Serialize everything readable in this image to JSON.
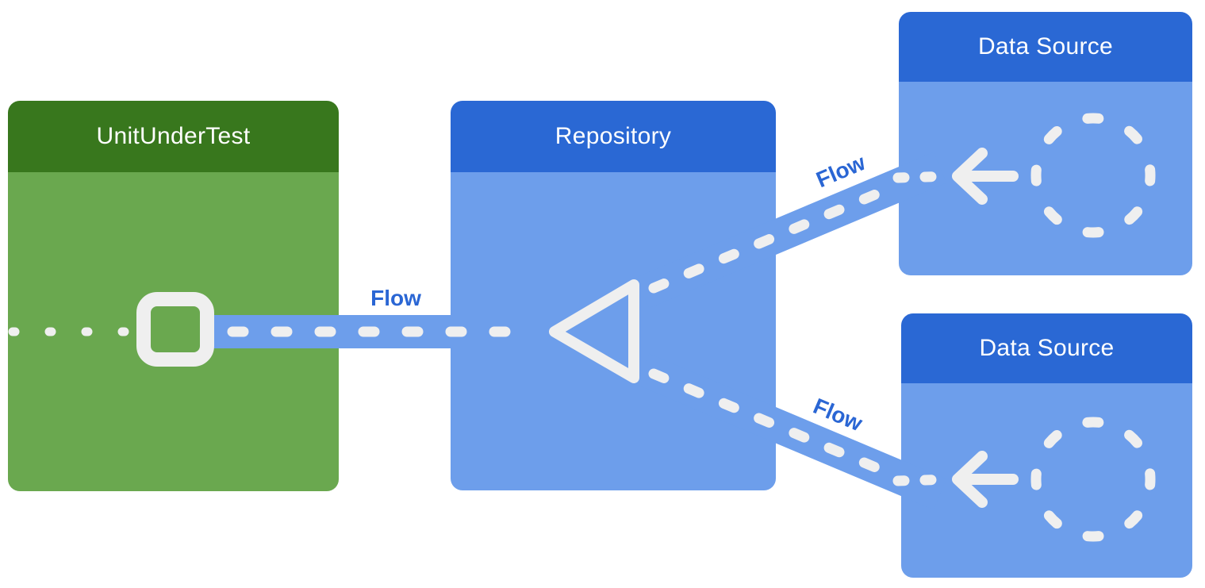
{
  "diagram": {
    "title": "Flow testing architecture diagram",
    "boxes": [
      {
        "id": "unit-under-test",
        "label": "UnitUnderTest",
        "header_color": "#38771d",
        "body_color": "#6aa84f"
      },
      {
        "id": "repository",
        "label": "Repository",
        "header_color": "#2a68d4",
        "body_color": "#6d9eeb"
      },
      {
        "id": "data-source-top",
        "label": "Data Source",
        "header_color": "#2a68d4",
        "body_color": "#6d9eeb"
      },
      {
        "id": "data-source-bottom",
        "label": "Data Source",
        "header_color": "#2a68d4",
        "body_color": "#6d9eeb"
      }
    ],
    "connections": [
      {
        "from": "repository",
        "to": "unit-under-test",
        "label": "Flow",
        "style": "dashed-band-horizontal"
      },
      {
        "from": "data-source-top",
        "to": "repository",
        "label": "Flow",
        "style": "dashed-band-diagonal-up"
      },
      {
        "from": "data-source-bottom",
        "to": "repository",
        "label": "Flow",
        "style": "dashed-band-diagonal-down"
      }
    ],
    "icons": [
      {
        "name": "square-outline-icon",
        "location": "unit-under-test",
        "meaning": "collection point"
      },
      {
        "name": "merge-triangle-icon",
        "location": "repository",
        "meaning": "flows merge"
      },
      {
        "name": "dashed-circle-icon",
        "location": "data-source-top",
        "meaning": "flow producer"
      },
      {
        "name": "arrow-left-icon",
        "location": "data-source-top",
        "meaning": "emission direction"
      },
      {
        "name": "dashed-circle-icon",
        "location": "data-source-bottom",
        "meaning": "flow producer"
      },
      {
        "name": "arrow-left-icon",
        "location": "data-source-bottom",
        "meaning": "emission direction"
      }
    ],
    "colors": {
      "green_header": "#38771d",
      "green_body": "#6aa84f",
      "blue_header": "#2a68d4",
      "blue_body": "#6d9eeb",
      "flow_band": "#6d9eeb",
      "flow_label_text": "#2a66d4",
      "icon_stroke": "#efefef",
      "background": "#ffffff",
      "header_text": "#ffffff"
    }
  }
}
